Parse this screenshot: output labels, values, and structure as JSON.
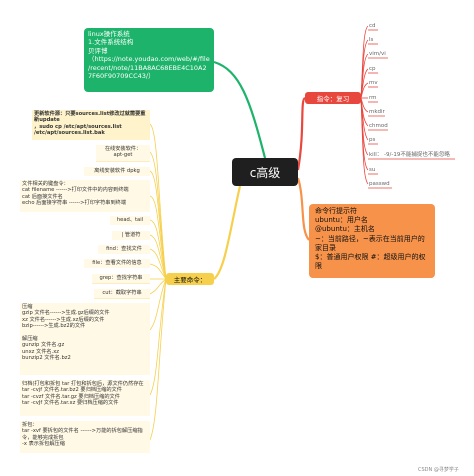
{
  "center": {
    "title": "c高级"
  },
  "green_note": "linux操作系统\n1.文件系统结构\n贝评博（https://note.youdao.com/web/#/file/recent/note/11BA8AC68EBE4C10A27F60F90709CC43/）",
  "red_node": {
    "label": "指令：复习",
    "commands": [
      "cd",
      "ls",
      "vim/vi",
      "cp",
      "mv",
      "rm",
      "mkdir",
      "chmod",
      "ps",
      "kill：    -9/-19不能捕捉也不能忽略",
      "su",
      "passwd"
    ]
  },
  "orange_note": "命令行提示符\nubuntu：用户名\n@ubuntu：主机名\n~：当前路径，~表示在当前用户的家目录\n$：普通用户权限        #：超级用户的权限",
  "yellow_node": {
    "label": "主要命令："
  },
  "left_items": {
    "sources": "更新软件源：只要sources.list修改过就需要重新update\n，sudo cp /etc/apt/sources.list   /etc/apt/sources.list.bak",
    "aptget": "在线安装软件：\napt-get",
    "dpkg": "离线安装软件 dpkg",
    "fileops": "文件相关的键盘令：\ncat filename    ------>打印文件中的内容到终端\ncat 后面接文件名\necho 后面接字符串   ------>打印字符串到终端",
    "headtail": "head、tail",
    "pipe": "| 管道符",
    "find": "find：查找文件",
    "file": "file：查看文件的信息",
    "grep": "grep：查找字符串",
    "cut": "cut：截取字符串",
    "compress": "压缩\ngzip  文件名------>生成.gz后缀的文件\nxz  文件名------>生成.xz后缀的文件\nbzip------>生成.bz2的文件\n\n解压缩\ngunzip 文件名.gz\nunxz 文件名.xz\nbunzip2 文件名.bz2",
    "tar": "归档(打包和拆包   tar  打包和拆包后，源文件仍然存在\ntar -cvjf  文件名.tar.bz2 要归档压缩的文件\ntar -cvzf  文件名.tar.gz  要归档压缩的文件\ntar -cvJf  文件名.tar.xz  要归档压缩的文件",
    "untar": "拆包：\ntar -xvf  要拆包的文件名   ------>万能的拆包解压缩指令，能够完成拆包\n-x 表示拆包解压缩"
  },
  "watermark": "CSDN @寻梦学子",
  "colors": {
    "center": "#1f1f1f",
    "green": "#1db36a",
    "red": "#e8473e",
    "orange": "#f6924a",
    "yellow": "#f6d04d",
    "link_red": "#e8473e",
    "link_green": "#1db36a",
    "link_orange": "#f6924a",
    "link_yellow": "#f6d04d"
  }
}
